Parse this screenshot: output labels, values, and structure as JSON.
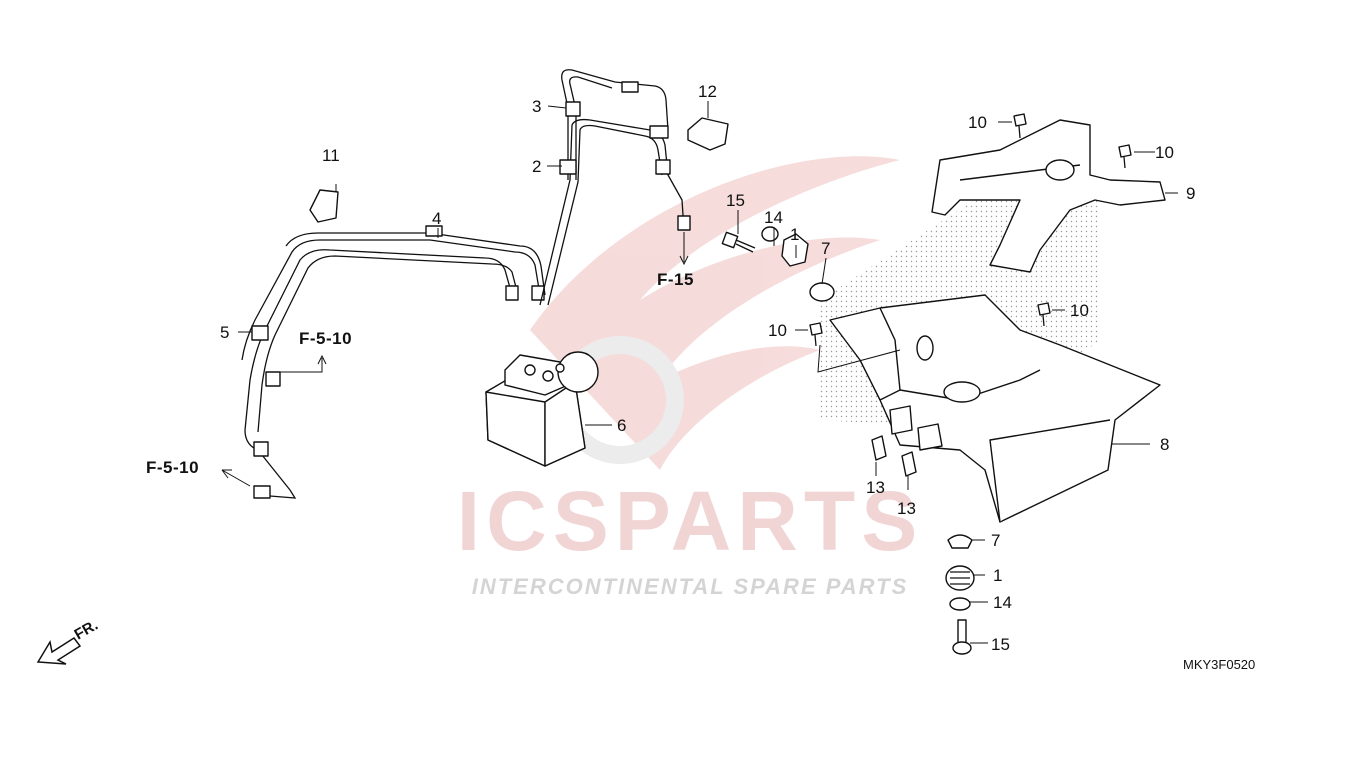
{
  "watermark": {
    "brand": "ICSPARTS",
    "tagline": "INTERCONTINENTAL SPARE PARTS",
    "tagline_accent_color": "#d33b3b",
    "brand_color": "#c24545"
  },
  "callouts": {
    "c1a": "1",
    "c1b": "1",
    "c2": "2",
    "c3": "3",
    "c4": "4",
    "c5": "5",
    "c6": "6",
    "c7a": "7",
    "c7b": "7",
    "c8": "8",
    "c9": "9",
    "c10a": "10",
    "c10b": "10",
    "c10c": "10",
    "c10d": "10",
    "c11": "11",
    "c12": "12",
    "c13a": "13",
    "c13b": "13",
    "c14a": "14",
    "c14b": "14",
    "c15a": "15",
    "c15b": "15"
  },
  "references": {
    "f15": "F-15",
    "f510_upper": "F-5-10",
    "f510_lower": "F-5-10"
  },
  "direction": "FR.",
  "diagram_code": "MKY3F0520"
}
